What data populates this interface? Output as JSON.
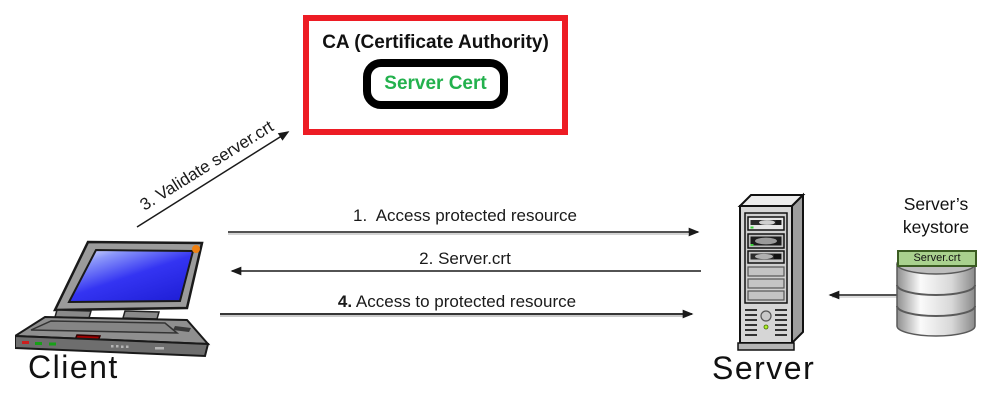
{
  "colors": {
    "ca_border": "#ed1c24",
    "cert_green": "#23b14d",
    "keystore_badge_bg": "#a9d18e",
    "keystore_badge_border": "#3b5c22",
    "arrow_color": "#1a1a1a",
    "text_color": "#1a1a1a",
    "screen_blue": "#2a2af0"
  },
  "ca_box": {
    "title": "CA (Certificate Authority)",
    "cert_label": "Server Cert"
  },
  "client": {
    "label": "Client"
  },
  "server": {
    "label": "Server"
  },
  "keystore": {
    "title": "Server’s keystore",
    "file_label": "Server.crt"
  },
  "arrows": {
    "step1": {
      "label": "1.  Access protected resource",
      "from": "client",
      "to": "server"
    },
    "step2": {
      "label": "2. Server.crt",
      "from": "server",
      "to": "client"
    },
    "step3": {
      "label": "3. Validate server.crt",
      "from": "client",
      "to": "ca"
    },
    "step4": {
      "number": "4.",
      "label": " Access to protected resource",
      "from": "client",
      "to": "server"
    },
    "keystore_arrow": {
      "from": "keystore",
      "to": "server"
    }
  }
}
